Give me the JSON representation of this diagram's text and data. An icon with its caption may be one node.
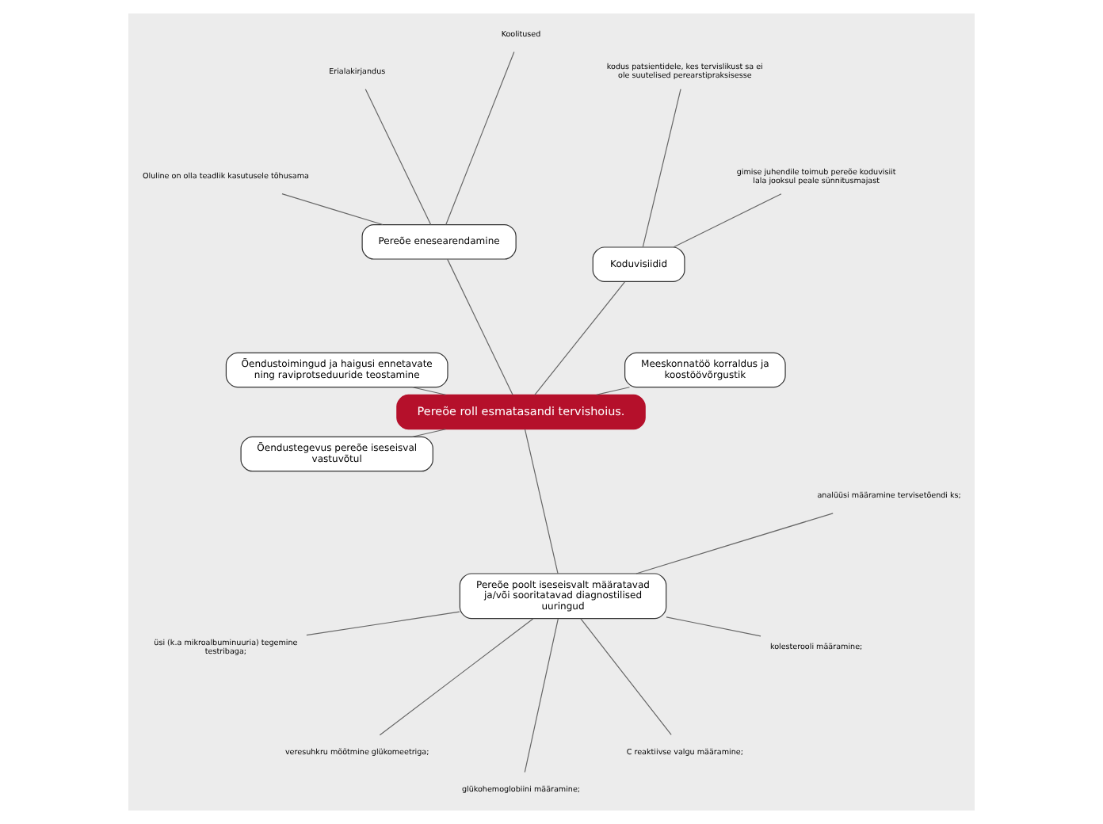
{
  "diagram": {
    "nodes": [
      {
        "text": [
          "Pereõe roll esmatasandi tervishoius."
        ]
      },
      {
        "text": [
          "Meeskonnatöö korraldus ja koostöövõrgustik"
        ]
      },
      {
        "text": [
          "Koduvisiidid"
        ]
      },
      {
        "text": [
          "gimise juhendile toimub pereõe koduvisiit lala jooksul peale sünnitusmajast"
        ]
      },
      {
        "text": [
          "kodus patsientidele, kes tervislikust sa ei ole suutelised perearstipraksisesse"
        ]
      },
      {
        "text": [
          "Pereõe enesearendamine"
        ]
      },
      {
        "text": [
          "Koolitused"
        ]
      },
      {
        "text": [
          "Erialakirjandus"
        ]
      },
      {
        "text": [
          "Oluline on olla teadlik kasutusele tõhusama"
        ]
      },
      {
        "text": [
          "Õendustoimingud ja haigusi ennetavate ning raviprotseduuride teostamine"
        ]
      },
      {
        "text": [
          "Õendustegevus pereõe iseseisval vastuvõtul"
        ]
      },
      {
        "text": [
          "Pereõe poolt iseseisvalt määratavad ja/või sooritatavad diagnostilised uuringud"
        ]
      },
      {
        "text": [
          "üsi (k.a mikroalbuminuuria) tegemine testribaga;"
        ]
      },
      {
        "text": [
          "veresuhkru mõõtmine glükomeetriga;"
        ]
      },
      {
        "text": [
          "glükohemoglobiini määramine;"
        ]
      },
      {
        "text": [
          "C reaktiivse valgu määramine;"
        ]
      },
      {
        "text": [
          "kolesterooli määramine;"
        ]
      },
      {
        "text": [
          "analüüsi määramine tervisetõendi ks;"
        ]
      }
    ],
    "edges": [
      {
        "from": 0,
        "to": 1,
        "arrow": "none"
      },
      {
        "from": 0,
        "to": 2,
        "arrow": "none"
      },
      {
        "from": 0,
        "to": 5,
        "arrow": "none"
      },
      {
        "from": 0,
        "to": 9,
        "arrow": "none"
      },
      {
        "from": 0,
        "to": 10,
        "arrow": "none"
      },
      {
        "from": 0,
        "to": 11,
        "arrow": "none"
      },
      {
        "from": 2,
        "to": 3,
        "arrow": "none"
      },
      {
        "from": 2,
        "to": 4,
        "arrow": "none"
      },
      {
        "from": 5,
        "to": 6,
        "arrow": "none"
      },
      {
        "from": 5,
        "to": 7,
        "arrow": "none"
      },
      {
        "from": 5,
        "to": 8,
        "arrow": "none"
      },
      {
        "from": 11,
        "to": 12,
        "arrow": "none"
      },
      {
        "from": 11,
        "to": 13,
        "arrow": "none"
      },
      {
        "from": 11,
        "to": 14,
        "arrow": "none"
      },
      {
        "from": 11,
        "to": 15,
        "arrow": "none"
      },
      {
        "from": 11,
        "to": 16,
        "arrow": "none"
      },
      {
        "from": 11,
        "to": 17,
        "arrow": "none"
      }
    ]
  }
}
